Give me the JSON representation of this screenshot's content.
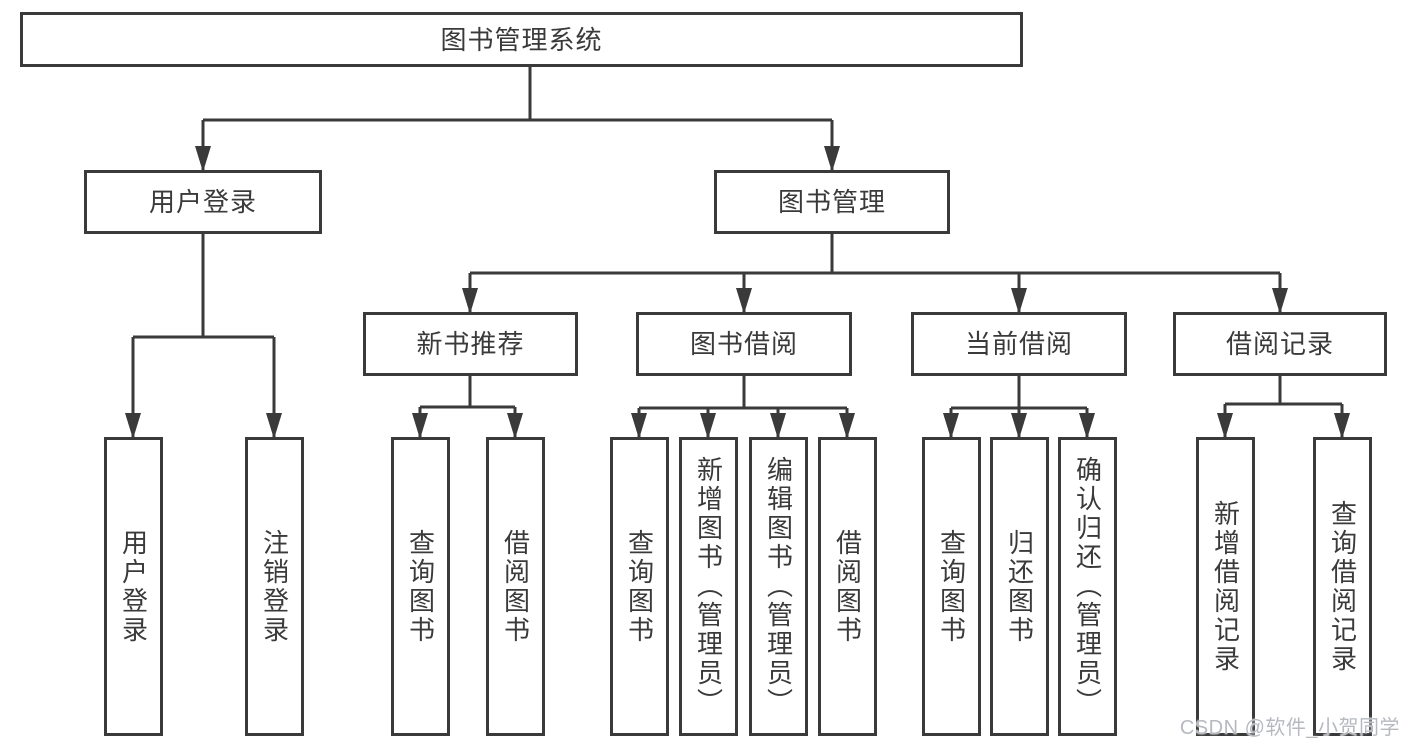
{
  "diagram": {
    "title": "图书管理系统",
    "root": {
      "label": "图书管理系统"
    },
    "branches": [
      {
        "label": "用户登录",
        "children": [
          {
            "label": "用户登录"
          },
          {
            "label": "注销登录"
          }
        ]
      },
      {
        "label": "图书管理",
        "children": [
          {
            "label": "新书推荐",
            "children": [
              {
                "label": "查询图书"
              },
              {
                "label": "借阅图书"
              }
            ]
          },
          {
            "label": "图书借阅",
            "children": [
              {
                "label": "查询图书"
              },
              {
                "label": "新增图书（管理员）"
              },
              {
                "label": "编辑图书（管理员）"
              },
              {
                "label": "借阅图书"
              }
            ]
          },
          {
            "label": "当前借阅",
            "children": [
              {
                "label": "查询图书"
              },
              {
                "label": "归还图书"
              },
              {
                "label": "确认归还（管理员）"
              }
            ]
          },
          {
            "label": "借阅记录",
            "children": [
              {
                "label": "新增借阅记录"
              },
              {
                "label": "查询借阅记录"
              }
            ]
          }
        ]
      }
    ]
  },
  "watermark": {
    "text": "CSDN @软件_小贺同学"
  },
  "colors": {
    "line": "#3a3a3a",
    "text": "#3a3a3a",
    "watermark": "#b6bac0",
    "background": "#ffffff"
  }
}
